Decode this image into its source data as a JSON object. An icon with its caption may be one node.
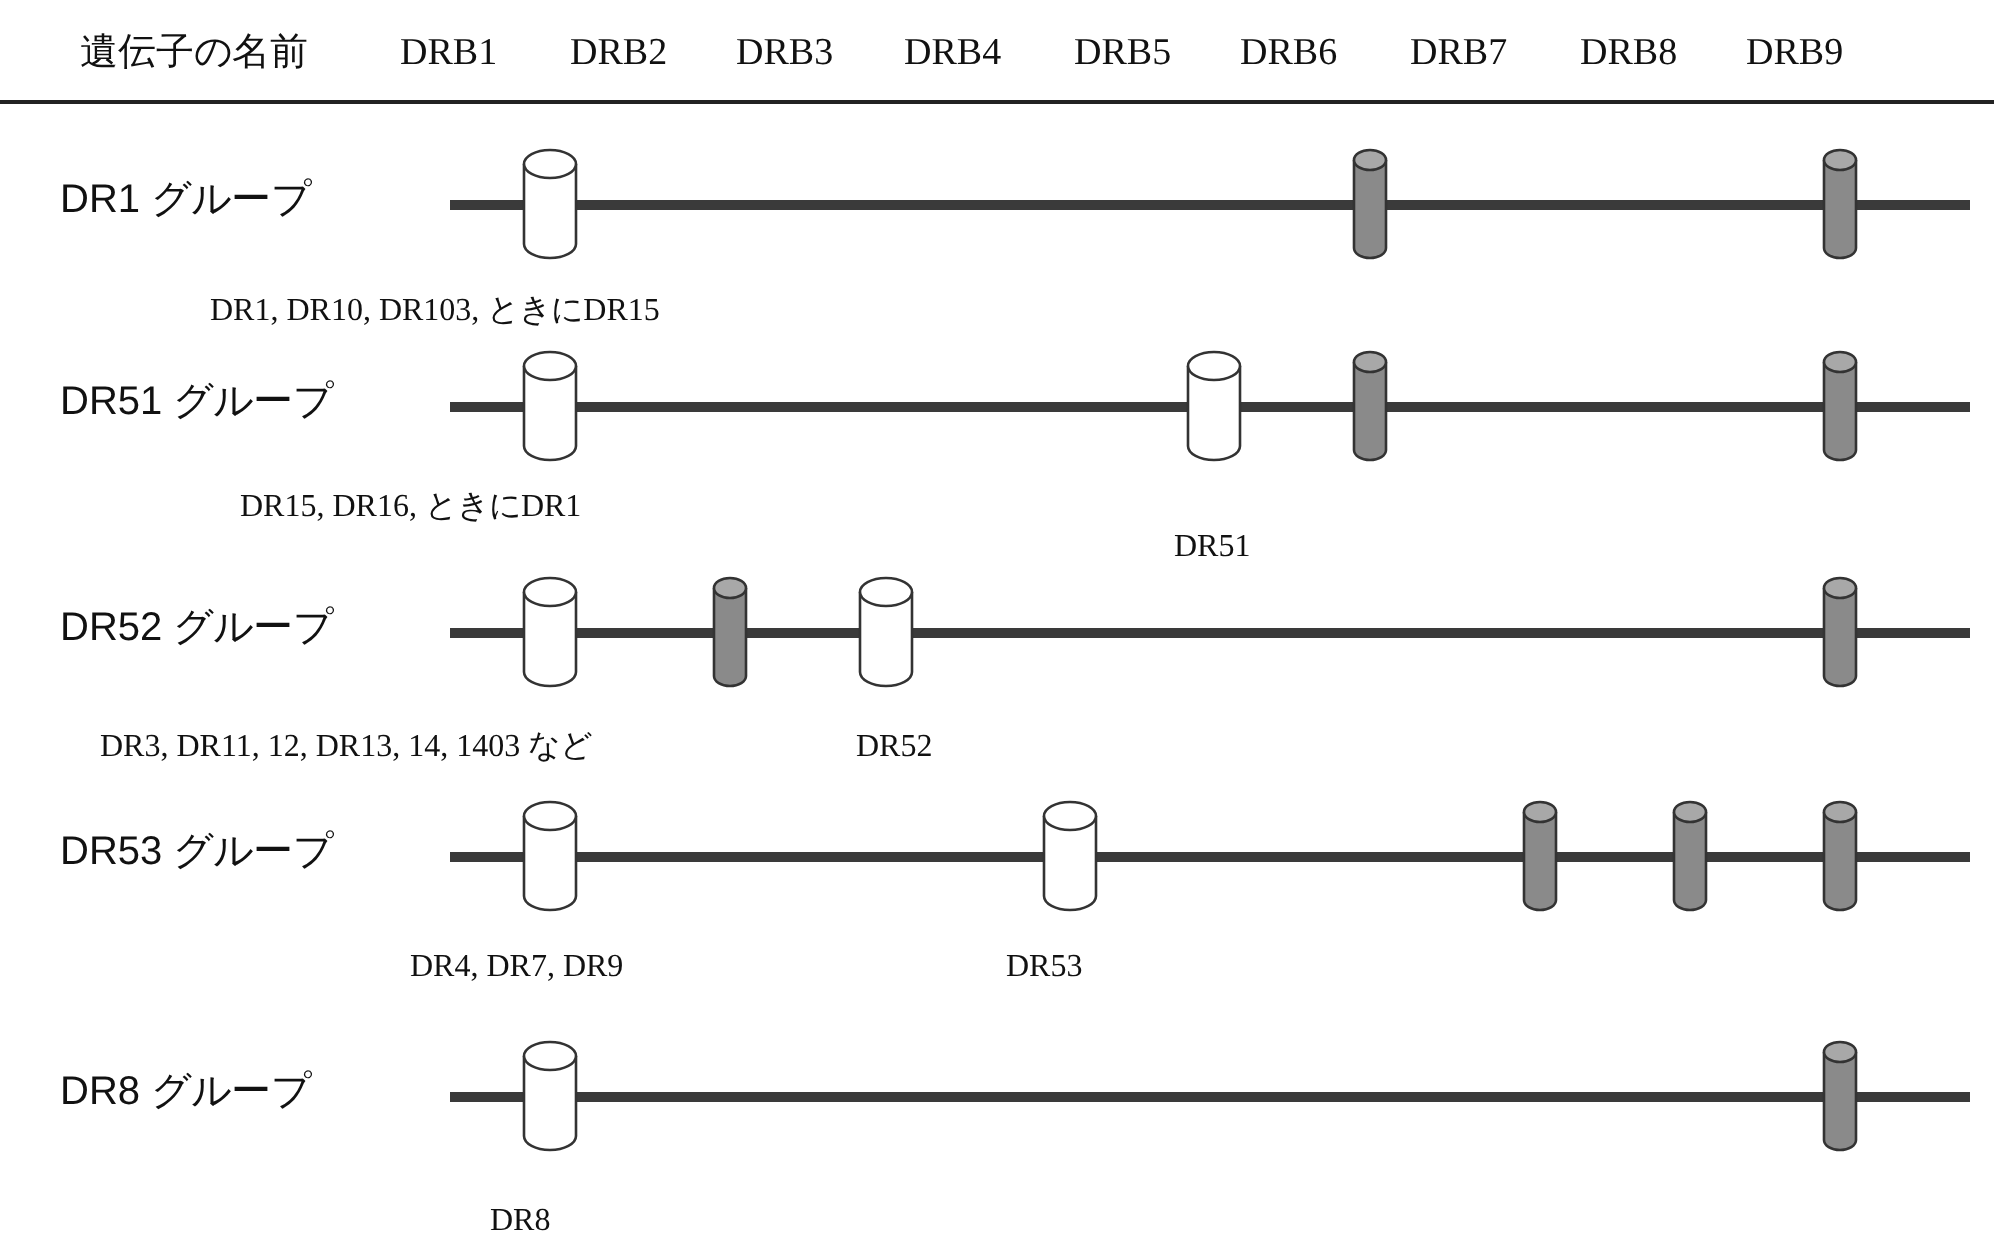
{
  "diagram": {
    "nodes": [
      {
        "text": [],
        "shape": "cylinder",
        "beside": [
          "DR1, DR10, DR103, ときにDR15"
        ]
      },
      {
        "text": [],
        "shape": "cylinder"
      },
      {
        "text": [],
        "shape": "cylinder"
      },
      {
        "text": [],
        "shape": "cylinder",
        "beside": [
          "DR15, DR16, ときにDR1"
        ]
      },
      {
        "text": [],
        "shape": "cylinder",
        "beside": [
          "DR51"
        ]
      },
      {
        "text": [],
        "shape": "cylinder"
      },
      {
        "text": [],
        "shape": "cylinder"
      },
      {
        "text": [],
        "shape": "cylinder",
        "beside": [
          "DR3, DR11, 12, DR13, 14, 1403 など"
        ]
      },
      {
        "text": [],
        "shape": "cylinder"
      },
      {
        "text": [],
        "shape": "cylinder",
        "beside": [
          "DR52"
        ]
      },
      {
        "text": [],
        "shape": "cylinder"
      },
      {
        "text": [],
        "shape": "cylinder",
        "beside": [
          "DR4, DR7, DR9"
        ]
      },
      {
        "text": [],
        "shape": "cylinder",
        "beside": [
          "DR53"
        ]
      },
      {
        "text": [],
        "shape": "cylinder"
      },
      {
        "text": [],
        "shape": "cylinder"
      },
      {
        "text": [],
        "shape": "cylinder"
      },
      {
        "text": [],
        "shape": "cylinder",
        "beside": [
          "DR8"
        ]
      },
      {
        "text": [],
        "shape": "cylinder"
      }
    ],
    "labels": [
      "遺伝子の名前",
      "DRB1",
      "DRB2",
      "DRB3",
      "DRB4",
      "DRB5",
      "DRB6",
      "DRB7",
      "DRB8",
      "DRB9",
      "DR1 グループ",
      "DR51 グループ",
      "DR52 グループ",
      "DR53 グループ",
      "DR8 グループ"
    ]
  }
}
